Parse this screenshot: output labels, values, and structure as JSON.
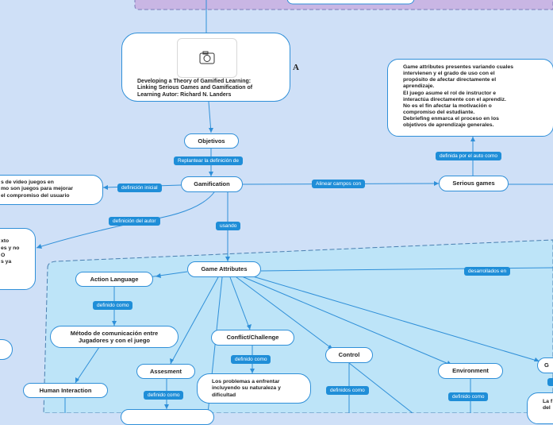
{
  "central": {
    "title": "Developing a Theory of Gamified Learning: Linking Serious Games and Gamification of Learning Autor: Richard N. Landers",
    "title_lines": [
      "Developing a Theory of Gamified Learning:",
      "Linking Serious Games and Gamification of",
      "Learning Autor: Richard N. Landers"
    ],
    "image_icon": "camera-icon",
    "marker": "A"
  },
  "nodes": {
    "objetivos": "Objetivos",
    "gamification": "Gamification",
    "serious_games": "Serious games",
    "game_attributes": "Game Attributes",
    "action_language": "Action Language",
    "metodo": "Método de comunicación entre Jugadores y con el juego",
    "metodo_lines": [
      "Método de comunicación entre",
      "Jugadores y con el juego"
    ],
    "human_interaction": "Human Interaction",
    "assesment": "Assesment",
    "conflict": "Conflict/Challenge",
    "problemas": "Los problemas a enfrentar incluyendo su naturaleza y dificultad",
    "problemas_lines": [
      "Los problemas a enfrentar",
      "incluyendo su naturaleza y",
      "dificultad"
    ],
    "control": "Control",
    "environment": "Environment",
    "g_partial": "G",
    "la_partial": "La f",
    "la_partial2": "del",
    "serious_text_lines": [
      "Game attributes presentes variando cuales",
      "intervienen y el grado de uso con el",
      "propósito de afectar directamente el",
      "aprendizaje.",
      "El juego asume el rol de instructor e",
      "interactúa directamente con el aprendiz.",
      "No es el fin afectar la motivación o",
      "compromiso del estudiante.",
      "Debriefing enmarca el proceso en los",
      "objetivos de aprendizaje generales."
    ],
    "video_lines": [
      "s de video juegos en",
      "mo son juegos para mejorar",
      "el compromiso del usuario"
    ],
    "texto_lines": [
      "xto",
      "",
      "es y no",
      "O",
      "",
      "s ya"
    ]
  },
  "labels": {
    "replantear": "Replantear la definición de",
    "definicion_inicial": "definición inicial",
    "definicion_autor": "definición del autor",
    "alinear": "Alinear campos con",
    "definida_por": "definida por el auto como",
    "usando": "usando",
    "desarrollados_en": "desarrollados en",
    "definido_como_1": "definido como",
    "definido_como_2": "definido como",
    "definido_como_3": "definido como",
    "definidos_como": "definidos como",
    "definido_como_4": "definido como"
  },
  "colors": {
    "background": "#cfe0f7",
    "region": "#bde4f8",
    "top_region": "#c9b6e4",
    "accent": "#1f8ed8",
    "line": "#2f8fd8"
  }
}
